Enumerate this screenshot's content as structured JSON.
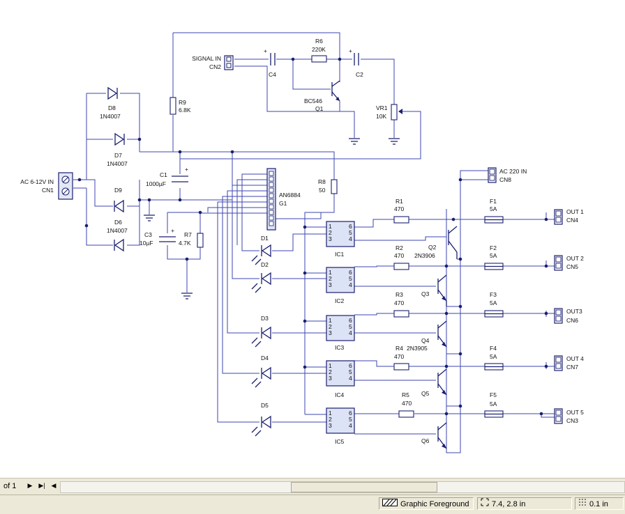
{
  "schematic": {
    "labels": [
      "SIGNAL IN",
      "CN2",
      "C4",
      "R6",
      "220K",
      "C2",
      "BC546",
      "Q1",
      "VR1",
      "10K",
      "R9",
      "6.8K",
      "D8",
      "1N4007",
      "D7",
      "1N4007",
      "D9",
      "D6",
      "1N4007",
      "AC 6-12V IN",
      "CN1",
      "C1",
      "1000µF",
      "AN6884",
      "G1",
      "R8",
      "50",
      "C3",
      "10µF",
      "R7",
      "4.7K",
      "D1",
      "D2",
      "D3",
      "D4",
      "D5",
      "IC1",
      "IC2",
      "IC3",
      "IC4",
      "IC5",
      "R1",
      "470",
      "R2",
      "470",
      "R3",
      "470",
      "R4",
      "470",
      "R5",
      "470",
      "Q2",
      "2N3906",
      "Q3",
      "Q4",
      "2N3905",
      "Q5",
      "Q6",
      "AC 220 IN",
      "CN8",
      "F1",
      "5A",
      "F2",
      "5A",
      "F3",
      "5A",
      "F4",
      "5A",
      "F5",
      "5A",
      "OUT 1",
      "CN4",
      "OUT 2",
      "CN5",
      "OUT3",
      "CN6",
      "OUT 4",
      "CN7",
      "OUT 5",
      "CN3",
      "1",
      "2",
      "3",
      "6",
      "5",
      "4",
      "+"
    ]
  },
  "pager": {
    "text": "of 1",
    "next_label": "▶",
    "last_label": "▶|",
    "prev_label": "◀"
  },
  "status": {
    "layer": "Graphic Foreground",
    "coords": "7.4, 2.8 in",
    "grid": "0.1 in"
  },
  "colors": {
    "wire": "#3d45b0",
    "component": "#1a1f6e",
    "ic_fill": "#dde3f6"
  }
}
